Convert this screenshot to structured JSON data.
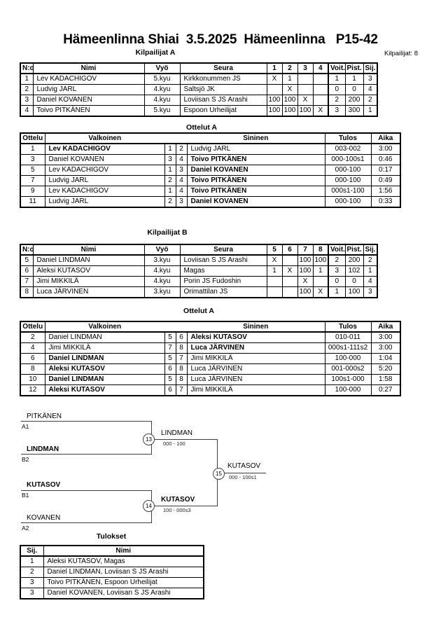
{
  "page": {
    "title": "Hämeenlinna Shiai  3.5.2025  Hämeenlinna   P15-42",
    "competitors_count": "Kilpailijat: 8"
  },
  "sections": {
    "pool_a_title": "Kilpailijat A",
    "matches_a_title": "Ottelut A",
    "pool_b_title": "Kilpailijat B",
    "matches_b_title": "Ottelut A",
    "results_title": "Tulokset"
  },
  "pool_a": {
    "headers": [
      "N:o",
      "Nimi",
      "Vyö",
      "Seura",
      "1",
      "2",
      "3",
      "4",
      "Voit.",
      "Pist.",
      "Sij."
    ],
    "rows": [
      [
        "1",
        "Lev KADACHIGOV",
        "5.kyu",
        "Kirkkonummen JS",
        "X",
        "1",
        "",
        "",
        "1",
        "1",
        "3"
      ],
      [
        "2",
        "Ludvig JARL",
        "4.kyu",
        "Saltsjö JK",
        "",
        "X",
        "",
        "",
        "0",
        "0",
        "4"
      ],
      [
        "3",
        "Daniel KOVANEN",
        "4.kyu",
        "Loviisan S JS Arashi",
        "100",
        "100",
        "X",
        "",
        "2",
        "200",
        "2"
      ],
      [
        "4",
        "Toivo PITKÄNEN",
        "5.kyu",
        "Espoon Urheilijat",
        "100",
        "100",
        "100",
        "X",
        "3",
        "300",
        "1"
      ]
    ]
  },
  "matches_a": {
    "headers": [
      "Ottelu",
      "Valkoinen",
      "",
      "",
      "Sininen",
      "Tulos",
      "Aika"
    ],
    "rows": [
      [
        "1",
        {
          "t": "Lev KADACHIGOV",
          "bold": true
        },
        "1",
        "2",
        "Ludvig JARL",
        "003-002",
        "3:00"
      ],
      [
        "3",
        "Daniel KOVANEN",
        "3",
        "4",
        {
          "t": "Toivo PITKÄNEN",
          "bold": true
        },
        "000-100s1",
        "0:46"
      ],
      [
        "5",
        "Lev KADACHIGOV",
        "1",
        "3",
        {
          "t": "Daniel KOVANEN",
          "bold": true
        },
        "000-100",
        "0:17"
      ],
      [
        "7",
        "Ludvig JARL",
        "2",
        "4",
        {
          "t": "Toivo PITKÄNEN",
          "bold": true
        },
        "000-100",
        "0:49"
      ],
      [
        "9",
        "Lev KADACHIGOV",
        "1",
        "4",
        {
          "t": "Toivo PITKÄNEN",
          "bold": true
        },
        "000s1-100",
        "1:56"
      ],
      [
        "11",
        "Ludvig JARL",
        "2",
        "3",
        {
          "t": "Daniel KOVANEN",
          "bold": true
        },
        "000-100",
        "0:33"
      ]
    ]
  },
  "pool_b": {
    "headers": [
      "N:o",
      "Nimi",
      "Vyö",
      "Seura",
      "5",
      "6",
      "7",
      "8",
      "Voit.",
      "Pist.",
      "Sij."
    ],
    "rows": [
      [
        "5",
        "Daniel LINDMAN",
        "3.kyu",
        "Loviisan S JS Arashi",
        "X",
        "",
        "100",
        "100",
        "2",
        "200",
        "2"
      ],
      [
        "6",
        "Aleksi KUTASOV",
        "4.kyu",
        "Magas",
        "1",
        "X",
        "100",
        "1",
        "3",
        "102",
        "1"
      ],
      [
        "7",
        "Jimi MIKKILÄ",
        "4.kyu",
        "Porin JS Fudoshin",
        "",
        "",
        "X",
        "",
        "0",
        "0",
        "4"
      ],
      [
        "8",
        "Luca JÄRVINEN",
        "3.kyu",
        "Orimattilan JS",
        "",
        "",
        "100",
        "X",
        "1",
        "100",
        "3"
      ]
    ]
  },
  "matches_b": {
    "headers": [
      "Ottelu",
      "Valkoinen",
      "",
      "",
      "Sininen",
      "Tulos",
      "Aika"
    ],
    "rows": [
      [
        "2",
        "Daniel LINDMAN",
        "5",
        "6",
        {
          "t": "Aleksi KUTASOV",
          "bold": true
        },
        "010-011",
        "3:00"
      ],
      [
        "4",
        "Jimi MIKKILÄ",
        "7",
        "8",
        {
          "t": "Luca JÄRVINEN",
          "bold": true
        },
        "000s1-111s2",
        "3:00"
      ],
      [
        "6",
        {
          "t": "Daniel LINDMAN",
          "bold": true
        },
        "5",
        "7",
        "Jimi MIKKILÄ",
        "100-000",
        "1:04"
      ],
      [
        "8",
        {
          "t": "Aleksi KUTASOV",
          "bold": true
        },
        "6",
        "8",
        "Luca JÄRVINEN",
        "001-000s2",
        "5:20"
      ],
      [
        "10",
        {
          "t": "Daniel LINDMAN",
          "bold": true
        },
        "5",
        "8",
        "Luca JÄRVINEN",
        "100s1-000",
        "1:58"
      ],
      [
        "12",
        {
          "t": "Aleksi KUTASOV",
          "bold": true
        },
        "6",
        "7",
        "Jimi MIKKILÄ",
        "100-000",
        "0:27"
      ]
    ]
  },
  "bracket": {
    "slots": [
      {
        "name": "PITKÄNEN",
        "seed": "A1",
        "bold": false
      },
      {
        "name": "LINDMAN",
        "seed": "B2",
        "bold": true
      },
      {
        "name": "KUTASOV",
        "seed": "B1",
        "bold": true
      },
      {
        "name": "KOVANEN",
        "seed": "A2",
        "bold": false
      }
    ],
    "matches": [
      {
        "no": "13",
        "winner": "LINDMAN",
        "score": "000 - 100",
        "winner_bold": false
      },
      {
        "no": "14",
        "winner": "KUTASOV",
        "score": "100 - 000s3",
        "winner_bold": true
      },
      {
        "no": "15",
        "winner": "KUTASOV",
        "score": "000 - 100s1",
        "winner_bold": false
      }
    ]
  },
  "results": {
    "headers": [
      "Sij.",
      "Nimi"
    ],
    "rows": [
      [
        "1",
        "Aleksi KUTASOV, Magas"
      ],
      [
        "2",
        "Daniel LINDMAN, Loviisan S JS Arashi"
      ],
      [
        "3",
        "Toivo PITKÄNEN, Espoon Urheilijat"
      ],
      [
        "3",
        "Daniel KOVANEN, Loviisan S JS Arashi"
      ]
    ]
  }
}
